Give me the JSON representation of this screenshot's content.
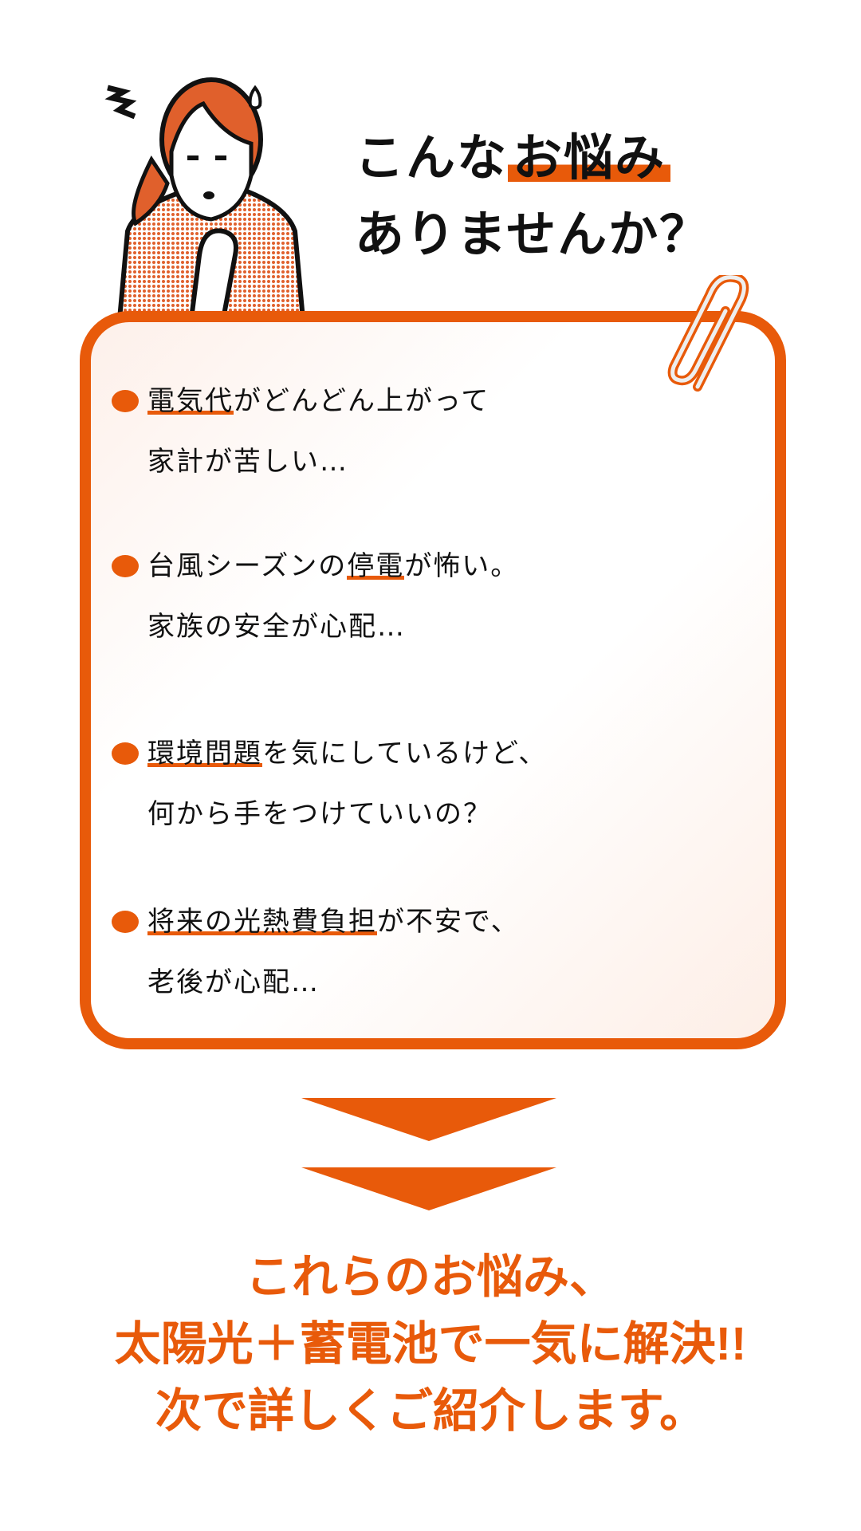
{
  "heading": {
    "line1_pre": "こんな",
    "line1_highlight": "お悩み",
    "line2": "ありませんか？"
  },
  "concerns": [
    {
      "line1_pre": "",
      "line1_highlight": "電気代",
      "line1_post": "がどんどん上がって",
      "line2": "家計が苦しい…"
    },
    {
      "line1_pre": "台風シーズンの",
      "line1_highlight": "停電",
      "line1_post": "が怖い。",
      "line2": "家族の安全が心配…"
    },
    {
      "line1_pre": "",
      "line1_highlight": "環境問題",
      "line1_post": "を気にしているけど、",
      "line2": "何から手をつけていいの？"
    },
    {
      "line1_pre": "",
      "line1_highlight": "将来の光熱費負担",
      "line1_post": "が不安で、",
      "line2": "老後が心配…"
    }
  ],
  "closing": {
    "line1": "これらのお悩み、",
    "line2": "太陽光＋蓄電池で一気に解決!!",
    "line3": "次で詳しくご紹介します。"
  },
  "colors": {
    "accent": "#E85A0A",
    "text": "#111111"
  }
}
